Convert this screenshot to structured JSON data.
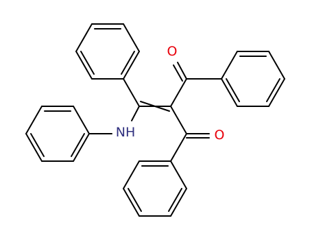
{
  "structure": {
    "bond_color": "#000000",
    "atoms": [
      {
        "id": "O1",
        "symbol": "O",
        "color": "#e8000b"
      },
      {
        "id": "O2",
        "symbol": "O",
        "color": "#e8000b"
      },
      {
        "id": "N1",
        "symbol": "NH",
        "color": "#30307f"
      }
    ]
  }
}
